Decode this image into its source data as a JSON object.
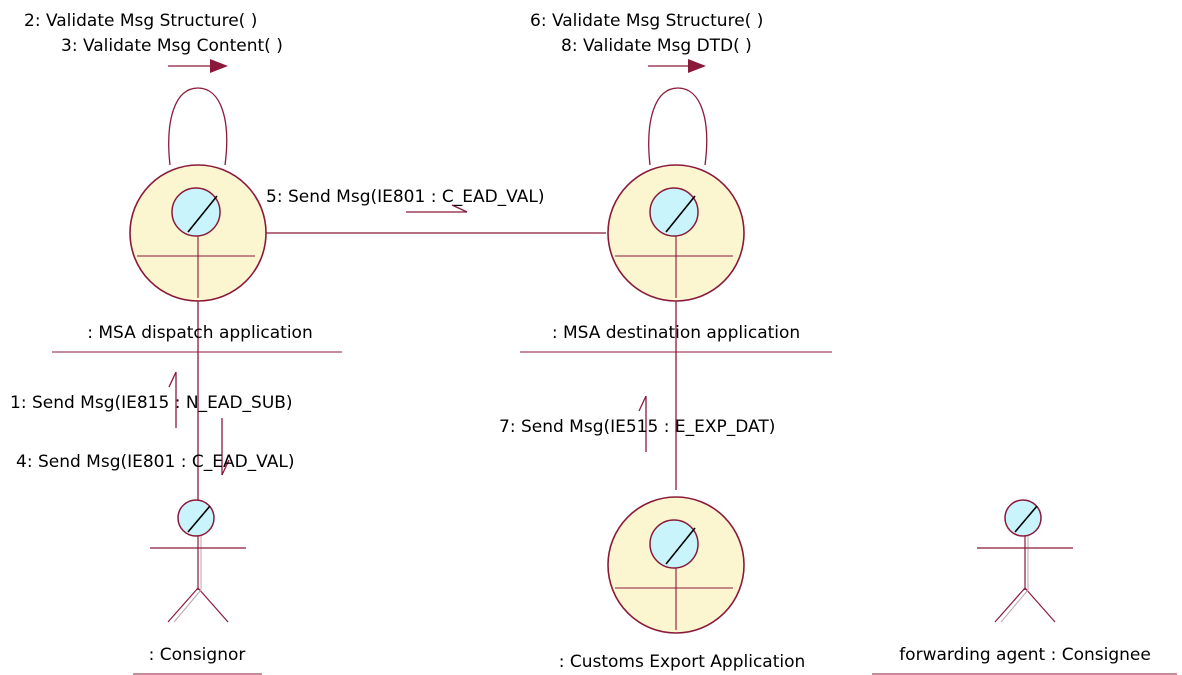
{
  "objects": {
    "dispatch": {
      "label": ": MSA dispatch application",
      "icon": "control-object-icon"
    },
    "destination": {
      "label": ": MSA destination application",
      "icon": "control-object-icon"
    },
    "customs": {
      "label": ": Customs Export Application",
      "icon": "control-object-icon"
    },
    "consignor": {
      "label": ": Consignor",
      "icon": "actor-icon"
    },
    "consignee": {
      "label": "forwarding agent : Consignee",
      "icon": "actor-icon"
    }
  },
  "messages": {
    "m1": "1: Send Msg(IE815 : N_EAD_SUB)",
    "m2": "2: Validate Msg Structure( )",
    "m3": "3: Validate Msg Content( )",
    "m4": "4: Send Msg(IE801 : C_EAD_VAL)",
    "m5": "5: Send Msg(IE801 : C_EAD_VAL)",
    "m6": "6: Validate Msg Structure( )",
    "m7": "7: Send Msg(IE515 : E_EXP_DAT)",
    "m8": "8: Validate Msg DTD( )"
  },
  "colors": {
    "line": "#8b1a3a",
    "object_fill": "#fbf6d0",
    "head_fill": "#c9f4fb"
  }
}
